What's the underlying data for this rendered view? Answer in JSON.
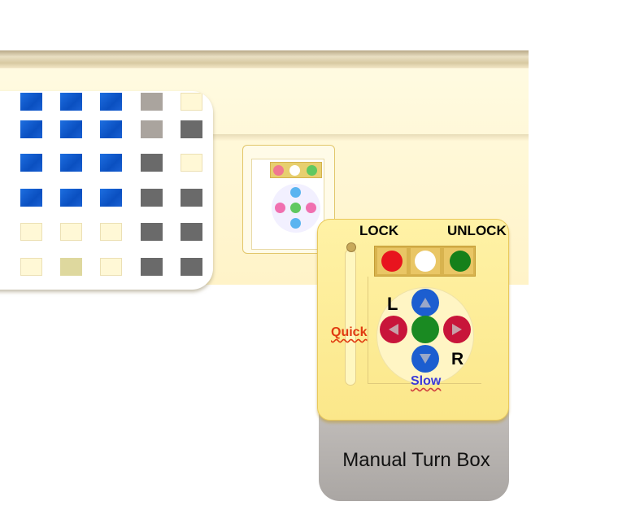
{
  "panel": {
    "lock_label": "LOCK",
    "unlock_label": "UNLOCK",
    "left_label": "L",
    "right_label": "R",
    "quick_label": "Quick",
    "slow_label": "Slow",
    "caption": "Manual Turn Box"
  },
  "colors": {
    "lock_red": "#e8141e",
    "neutral_white": "#ffffff",
    "unlock_green": "#15801a",
    "arrow_blue": "#1c5ed0",
    "arrow_crimson": "#c8153a",
    "center_green": "#1a8a22"
  },
  "icons": {
    "up": "triangle-up-icon",
    "down": "triangle-down-icon",
    "left": "triangle-left-icon",
    "right": "triangle-right-icon"
  }
}
